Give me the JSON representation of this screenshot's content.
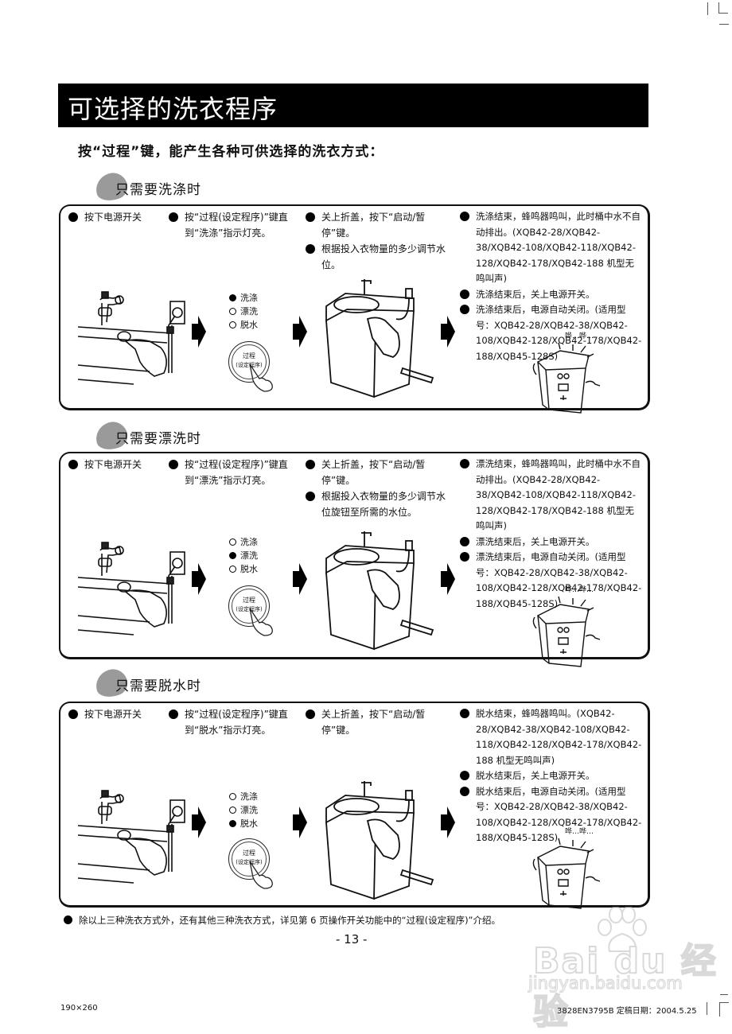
{
  "page": {
    "title": "可选择的洗衣程序",
    "intro": "按“过程”键，能产生各种可供选择的洗衣方式：",
    "page_number": "- 13 -",
    "footnote": "除以上三种洗衣方式外，还有其他三种洗衣方式，详见第 6 页操作开关功能中的“过程(设定程序)”介绍。",
    "footer_left": "190×260",
    "footer_right": "3828EN3795B  定稿日期：2004.5.25",
    "watermark": {
      "brand": "Bai du 经验",
      "url": "jingyan.baidu.com"
    }
  },
  "indicator_labels": [
    "洗涤",
    "漂洗",
    "脱水"
  ],
  "button": {
    "line1": "过程",
    "line2": "(设定程序)"
  },
  "beep_text": "哗…哗…",
  "sections": [
    {
      "heading": "只需要洗涤时",
      "active_indicator": 0,
      "step1": "按下电源开关",
      "step2": "按“过程(设定程序)”键直到“洗涤”指示灯亮。",
      "step3": [
        "关上折盖，按下“启动/暂停”键。",
        "根据投入衣物量的多少调节水位。"
      ],
      "step4": [
        "洗涤结束，蜂鸣器鸣叫，此时桶中水不自动排出。(XQB42-28/XQB42-38/XQB42-108/XQB42-118/XQB42-128/XQB42-178/XQB42-188 机型无鸣叫声)",
        "洗涤结束后，关上电源开关。",
        "洗涤结束后，电源自动关闭。(适用型号：XQB42-28/XQB42-38/XQB42-108/XQB42-128/XQB42-178/XQB42-188/XQB45-128S)"
      ]
    },
    {
      "heading": "只需要漂洗时",
      "active_indicator": 1,
      "step1": "按下电源开关",
      "step2": "按“过程(设定程序)”键直到“漂洗”指示灯亮。",
      "step3": [
        "关上折盖，按下“启动/暂停”键。",
        "根据投入衣物量的多少调节水位旋钮至所需的水位。"
      ],
      "step4": [
        "漂洗结束，蜂鸣器鸣叫，此时桶中水不自动排出。(XQB42-28/XQB42-38/XQB42-108/XQB42-118/XQB42-128/XQB42-178/XQB42-188 机型无鸣叫声)",
        "漂洗结束后，关上电源开关。",
        "漂洗结束后，电源自动关闭。(适用型号：XQB42-28/XQB42-38/XQB42-108/XQB42-128/XQB42-178/XQB42-188/XQB45-128S)"
      ]
    },
    {
      "heading": "只需要脱水时",
      "active_indicator": 2,
      "step1": "按下电源开关",
      "step2": "按“过程(设定程序)”键直到“脱水”指示灯亮。",
      "step3": [
        "关上折盖，按下“启动/暂停”键。"
      ],
      "step4": [
        "脱水结束，蜂鸣器鸣叫。(XQB42-28/XQB42-38/XQB42-108/XQB42-118/XQB42-128/XQB42-178/XQB42-188 机型无鸣叫声)",
        "脱水结束后，关上电源开关。",
        "脱水结束后，电源自动关闭。(适用型号：XQB42-28/XQB42-38/XQB42-108/XQB42-128/XQB42-178/XQB42-188/XQB45-128S)"
      ]
    }
  ]
}
